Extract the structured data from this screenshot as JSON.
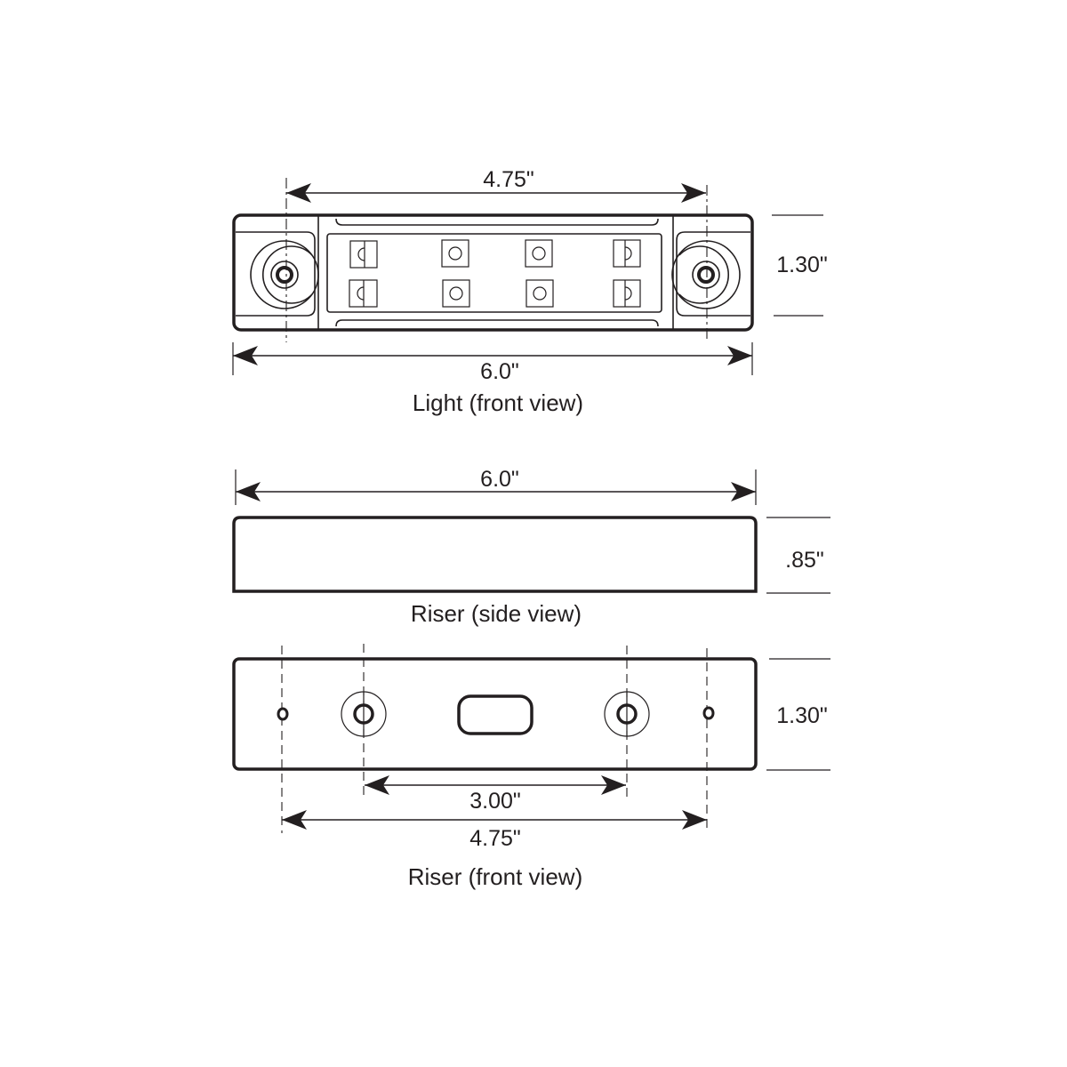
{
  "drawing": {
    "light_front_view": {
      "caption": "Light (front view)",
      "dim_mount_spacing": "4.75\"",
      "dim_overall_width": "6.0\"",
      "dim_height": "1.30\"",
      "led_count": 8
    },
    "riser_side_view": {
      "caption": "Riser (side view)",
      "dim_overall_width": "6.0\"",
      "dim_thickness": ".85\""
    },
    "riser_front_view": {
      "caption": "Riser (front view)",
      "dim_inner_hole_spacing": "3.00\"",
      "dim_outer_hole_spacing": "4.75\"",
      "dim_height": "1.30\""
    },
    "colors": {
      "line": "#231f20",
      "background": "#ffffff"
    }
  }
}
